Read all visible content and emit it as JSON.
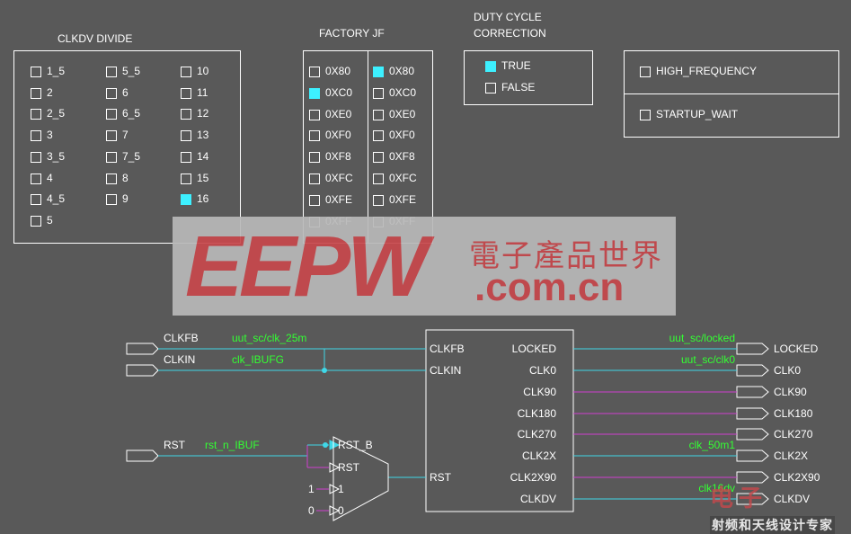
{
  "clkdv": {
    "title": "CLKDV DIVIDE",
    "options": [
      {
        "label": "1_5",
        "checked": false
      },
      {
        "label": "2",
        "checked": false
      },
      {
        "label": "2_5",
        "checked": false
      },
      {
        "label": "3",
        "checked": false
      },
      {
        "label": "3_5",
        "checked": false
      },
      {
        "label": "4",
        "checked": false
      },
      {
        "label": "4_5",
        "checked": false
      },
      {
        "label": "5",
        "checked": false
      },
      {
        "label": "5_5",
        "checked": false
      },
      {
        "label": "6",
        "checked": false
      },
      {
        "label": "6_5",
        "checked": false
      },
      {
        "label": "7",
        "checked": false
      },
      {
        "label": "7_5",
        "checked": false
      },
      {
        "label": "8",
        "checked": false
      },
      {
        "label": "9",
        "checked": false
      },
      {
        "label": "10",
        "checked": false
      },
      {
        "label": "11",
        "checked": false
      },
      {
        "label": "12",
        "checked": false
      },
      {
        "label": "13",
        "checked": false
      },
      {
        "label": "14",
        "checked": false
      },
      {
        "label": "15",
        "checked": false
      },
      {
        "label": "16",
        "checked": true
      }
    ]
  },
  "factory": {
    "title": "FACTORY JF",
    "left": [
      {
        "label": "0X80",
        "checked": false
      },
      {
        "label": "0XC0",
        "checked": true
      },
      {
        "label": "0XE0",
        "checked": false
      },
      {
        "label": "0XF0",
        "checked": false
      },
      {
        "label": "0XF8",
        "checked": false
      },
      {
        "label": "0XFC",
        "checked": false
      },
      {
        "label": "0XFE",
        "checked": false
      },
      {
        "label": "0XFF",
        "checked": false
      }
    ],
    "right": [
      {
        "label": "0X80",
        "checked": true
      },
      {
        "label": "0XC0",
        "checked": false
      },
      {
        "label": "0XE0",
        "checked": false
      },
      {
        "label": "0XF0",
        "checked": false
      },
      {
        "label": "0XF8",
        "checked": false
      },
      {
        "label": "0XFC",
        "checked": false
      },
      {
        "label": "0XFE",
        "checked": false
      },
      {
        "label": "0XFF",
        "checked": false
      }
    ]
  },
  "duty": {
    "title_line1": "DUTY CYCLE",
    "title_line2": "CORRECTION",
    "options": [
      {
        "label": "TRUE",
        "checked": true
      },
      {
        "label": "FALSE",
        "checked": false
      }
    ]
  },
  "misc": {
    "options": [
      {
        "label": "HIGH_FREQUENCY",
        "checked": false
      },
      {
        "label": "STARTUP_WAIT",
        "checked": false
      }
    ]
  },
  "watermark": {
    "brand": "EEPW",
    "chinese": "電子產品世界",
    "domain": ".com.cn",
    "corner_top": "电子",
    "corner_bottom": "射频和天线设计专家"
  },
  "schematic": {
    "inputs": [
      {
        "port": "CLKFB",
        "net": "uut_sc/clk_25m"
      },
      {
        "port": "CLKIN",
        "net": "clk_IBUFG"
      },
      {
        "port": "RST",
        "net": "rst_n_IBUF"
      }
    ],
    "gate_pins": [
      "RST_B",
      "RST",
      "1",
      "0"
    ],
    "gate_consts": [
      "1",
      "0"
    ],
    "dcm_inputs": [
      "CLKFB",
      "CLKIN",
      "RST"
    ],
    "dcm_outputs": [
      "LOCKED",
      "CLK0",
      "CLK90",
      "CLK180",
      "CLK270",
      "CLK2X",
      "CLK2X90",
      "CLKDV"
    ],
    "output_nets": [
      "uut_sc/locked",
      "uut_sc/clk0",
      "",
      "",
      "",
      "clk_50m1",
      "",
      "clk16dv"
    ],
    "outputs": [
      "LOCKED",
      "CLK0",
      "CLK90",
      "CLK180",
      "CLK270",
      "CLK2X",
      "CLK2X90",
      "CLKDV"
    ]
  },
  "colors": {
    "background": "#595959",
    "checked": "#3df0ff",
    "wire_cyan": "#3fd8e8",
    "wire_magenta": "#d040d0",
    "net_label": "#33ff33",
    "watermark": "#c8484c"
  }
}
